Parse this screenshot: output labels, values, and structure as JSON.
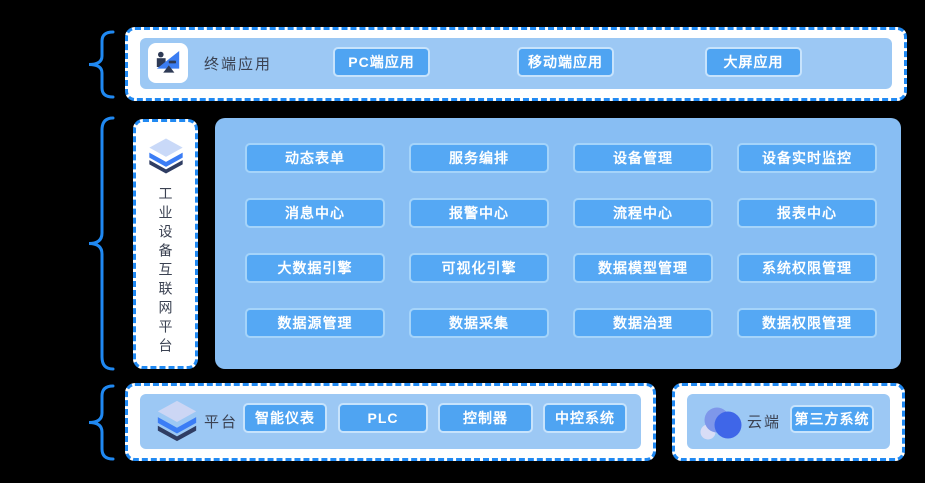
{
  "colors": {
    "accent_blue": "#2089f2",
    "panel_blue": "#88bef3",
    "inner_blue": "#9cc8f4",
    "button_blue": "#4fa4f2",
    "label_dark": "#3b4252"
  },
  "top_section": {
    "label": "终端应用",
    "buttons": [
      "PC端应用",
      "移动端应用",
      "大屏应用"
    ]
  },
  "platform": {
    "vertical_label": "工业设备互联网平台",
    "modules": [
      [
        "动态表单",
        "服务编排",
        "设备管理",
        "设备实时监控"
      ],
      [
        "消息中心",
        "报警中心",
        "流程中心",
        "报表中心"
      ],
      [
        "大数据引擎",
        "可视化引擎",
        "数据模型管理",
        "系统权限管理"
      ],
      [
        "数据源管理",
        "数据采集",
        "数据治理",
        "数据权限管理"
      ]
    ]
  },
  "bottom_left": {
    "label": "平台",
    "buttons": [
      "智能仪表",
      "PLC",
      "控制器",
      "中控系统"
    ]
  },
  "bottom_right": {
    "label": "云端",
    "buttons": [
      "第三方系统"
    ]
  }
}
